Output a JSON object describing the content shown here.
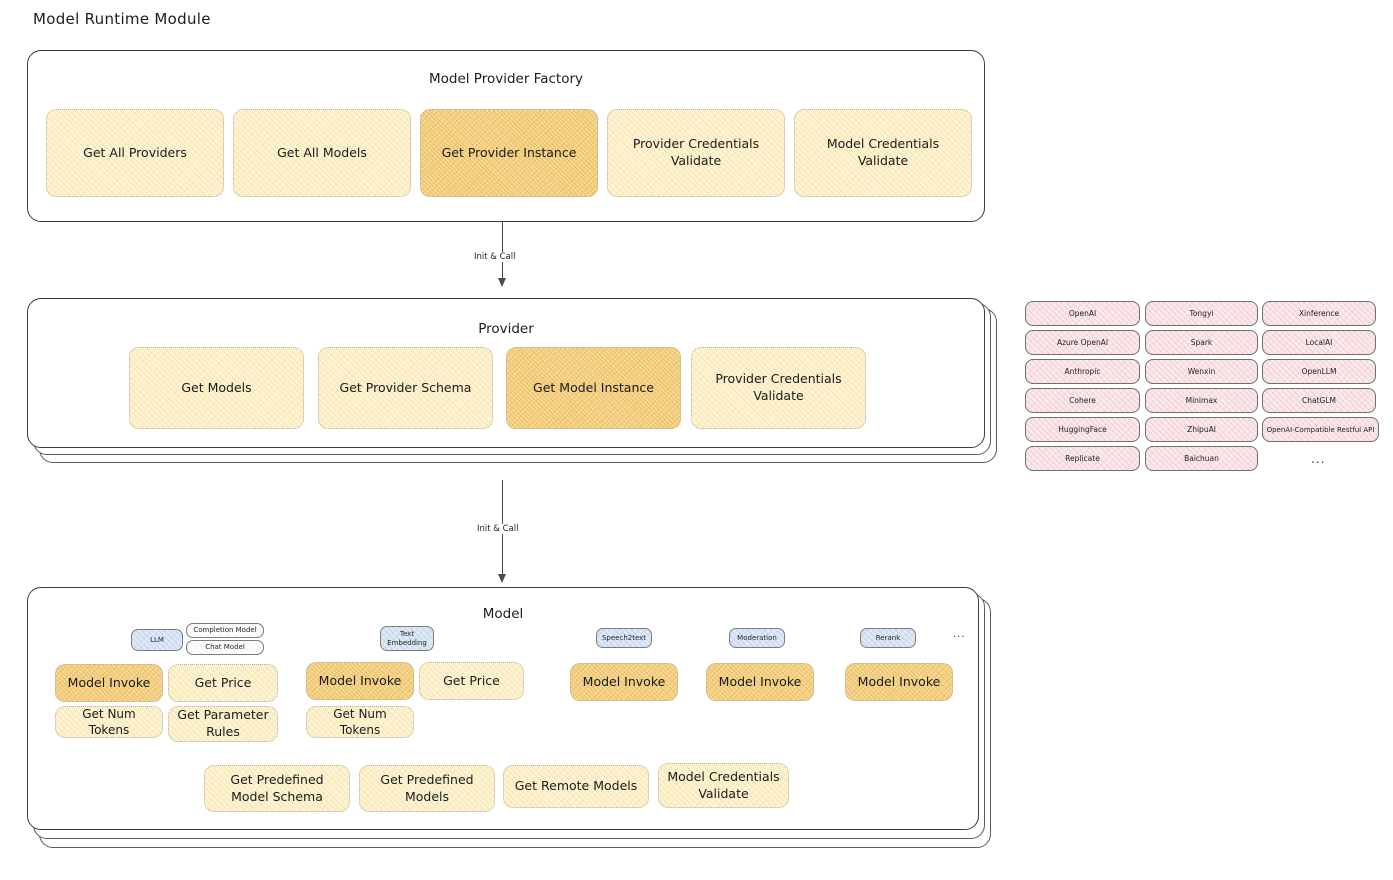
{
  "page": {
    "title": "Model Runtime Module"
  },
  "colors": {
    "cream": "#fdf4d8",
    "gold": "#f7d999",
    "rose": "#fbeaec",
    "blue": "#dfeaf6",
    "stroke": "#3d3d3d"
  },
  "factory": {
    "title": "Model Provider Factory",
    "cells": [
      {
        "label": "Get All Providers",
        "highlight": false
      },
      {
        "label": "Get All Models",
        "highlight": false
      },
      {
        "label": "Get Provider Instance",
        "highlight": true
      },
      {
        "label": "Provider Credentials Validate",
        "highlight": false
      },
      {
        "label": "Model Credentials Validate",
        "highlight": false
      }
    ]
  },
  "arrows": [
    {
      "label": "Init & Call"
    },
    {
      "label": "Init & Call"
    }
  ],
  "provider": {
    "title": "Provider",
    "cells": [
      {
        "label": "Get Models",
        "highlight": false
      },
      {
        "label": "Get Provider Schema",
        "highlight": false
      },
      {
        "label": "Get Model Instance",
        "highlight": true
      },
      {
        "label": "Provider Credentials Validate",
        "highlight": false
      }
    ]
  },
  "provider_list": {
    "columns": [
      [
        "OpenAI",
        "Azure OpenAI",
        "Anthropic",
        "Cohere",
        "HuggingFace",
        "Replicate"
      ],
      [
        "Tongyi",
        "Spark",
        "Wenxin",
        "Minimax",
        "ZhipuAI",
        "Baichuan"
      ],
      [
        "Xinference",
        "LocalAI",
        "OpenLLM",
        "ChatGLM",
        "OpenAI-Compatible Restful API"
      ]
    ],
    "more": "..."
  },
  "model": {
    "title": "Model",
    "more": "...",
    "types": [
      {
        "badges": [
          "LLM"
        ],
        "sub_badges": [
          "Completion Model",
          "Chat Model"
        ],
        "methods": [
          {
            "label": "Model Invoke",
            "highlight": true
          },
          {
            "label": "Get Price",
            "highlight": false
          },
          {
            "label": "Get Num Tokens",
            "highlight": false
          },
          {
            "label": "Get Parameter Rules",
            "highlight": false
          }
        ]
      },
      {
        "badges": [
          "Text Embedding"
        ],
        "sub_badges": [],
        "methods": [
          {
            "label": "Model Invoke",
            "highlight": true
          },
          {
            "label": "Get Price",
            "highlight": false
          },
          {
            "label": "Get Num Tokens",
            "highlight": false
          }
        ]
      },
      {
        "badges": [
          "Speech2text"
        ],
        "sub_badges": [],
        "methods": [
          {
            "label": "Model Invoke",
            "highlight": true
          }
        ]
      },
      {
        "badges": [
          "Moderation"
        ],
        "sub_badges": [],
        "methods": [
          {
            "label": "Model Invoke",
            "highlight": true
          }
        ]
      },
      {
        "badges": [
          "Rerank"
        ],
        "sub_badges": [],
        "methods": [
          {
            "label": "Model Invoke",
            "highlight": true
          }
        ]
      }
    ],
    "shared": [
      {
        "label": "Get Predefined Model Schema"
      },
      {
        "label": "Get Predefined Models"
      },
      {
        "label": "Get Remote Models"
      },
      {
        "label": "Model Credentials Validate"
      }
    ]
  }
}
